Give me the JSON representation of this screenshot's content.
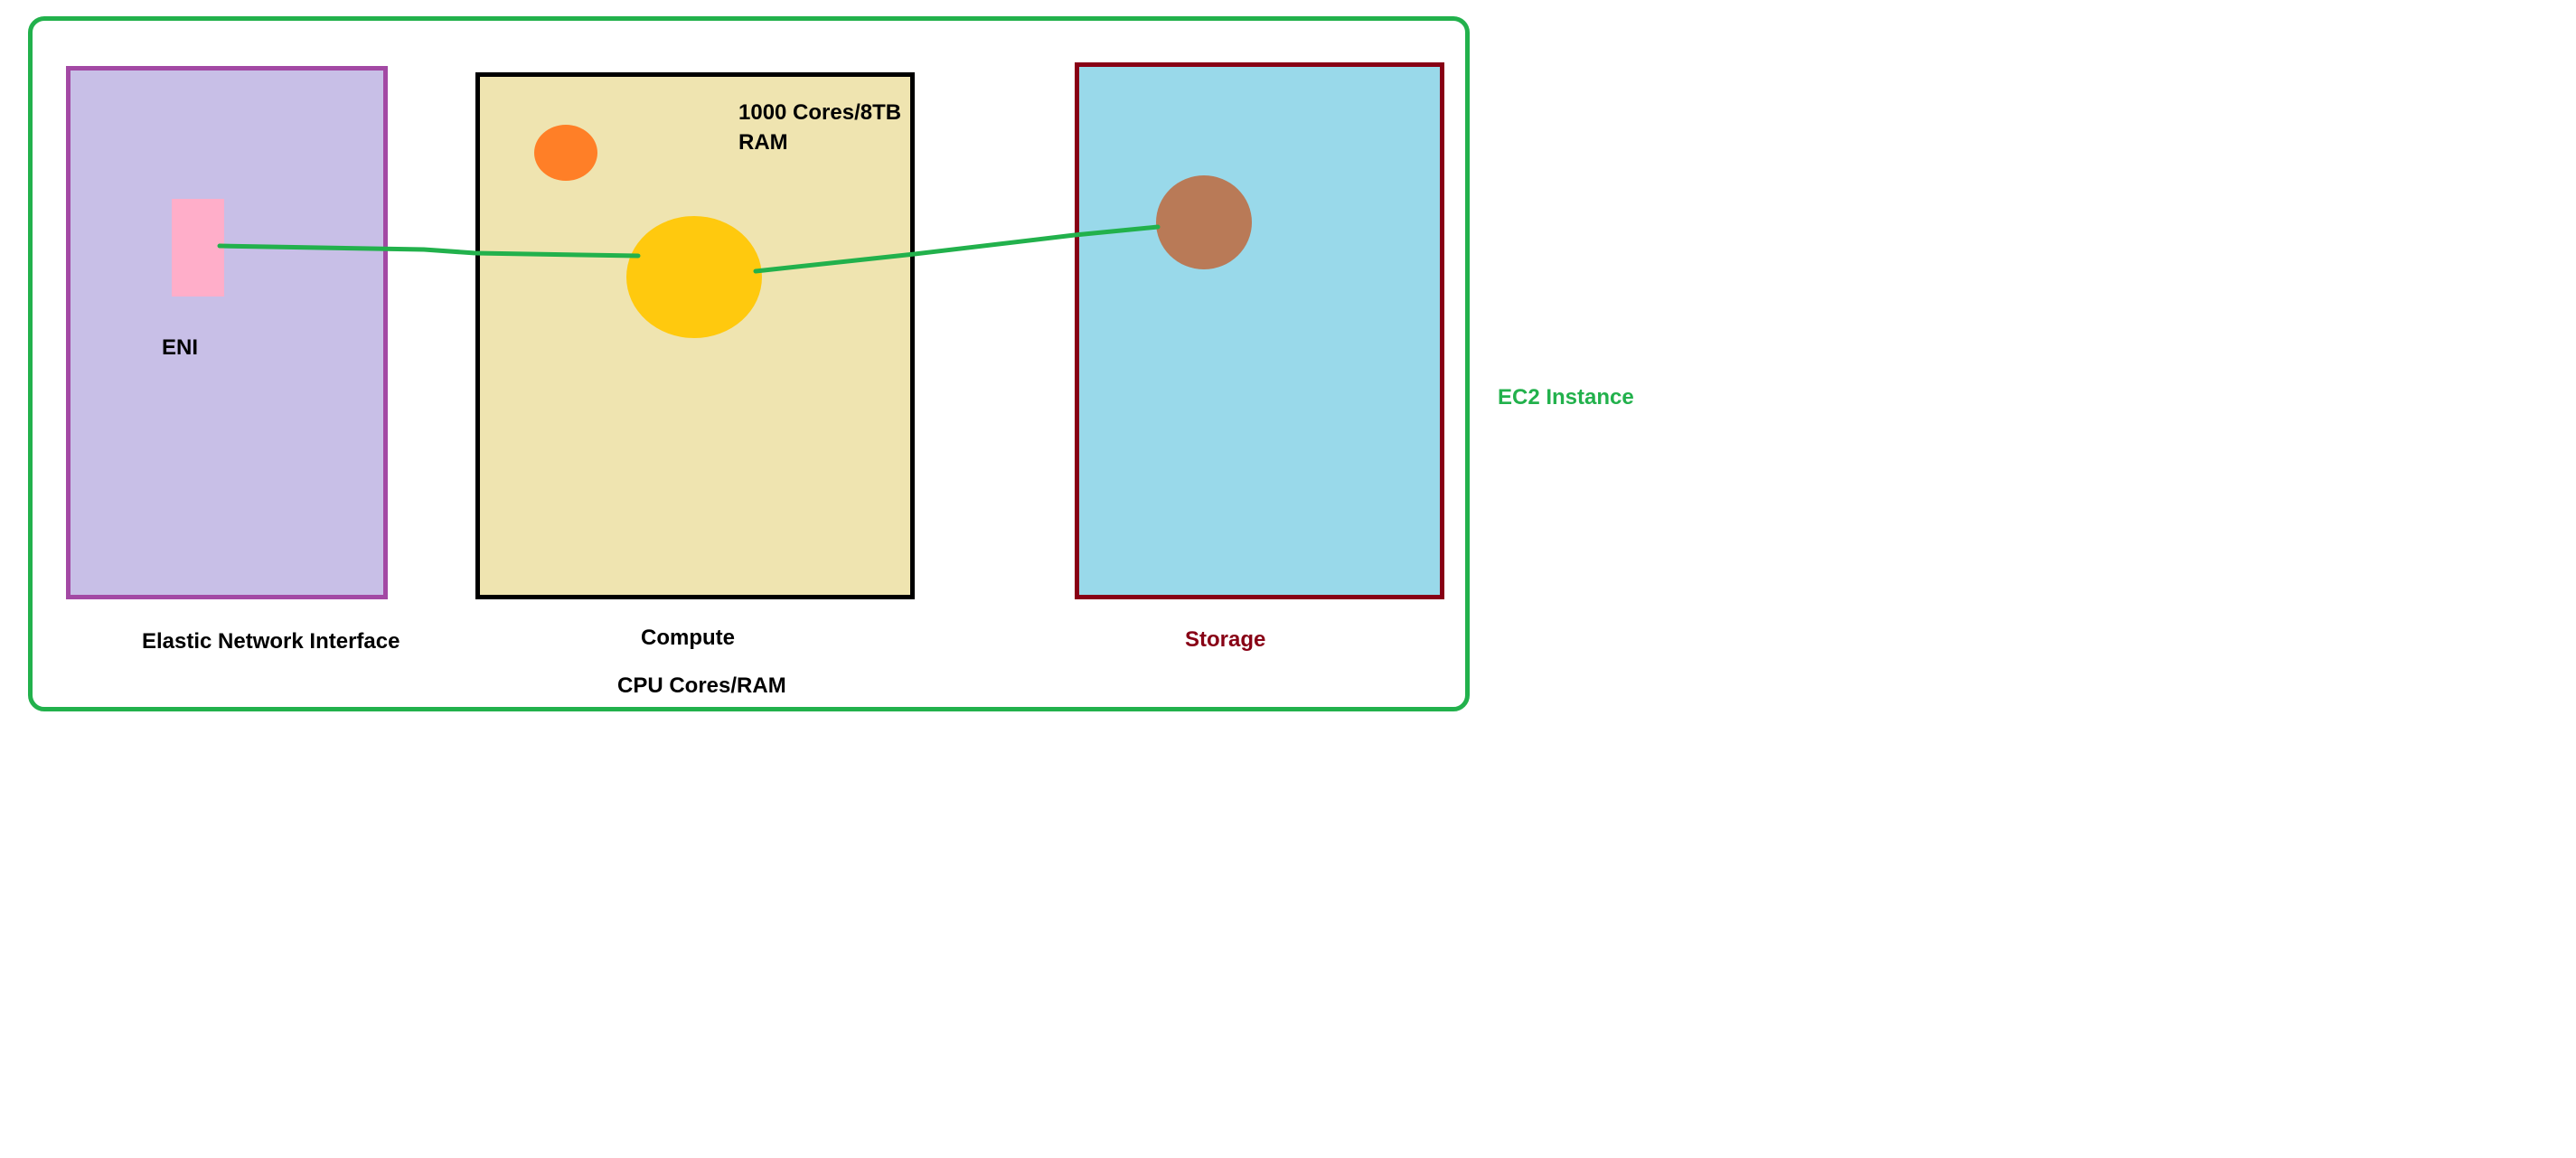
{
  "colors": {
    "ec2_border": "#22b14c",
    "ec2_label": "#22b14c",
    "eni_fill": "#c8bfe7",
    "eni_border": "#a349a4",
    "eni_port": "#ffaec9",
    "compute_fill": "#efe4b0",
    "compute_border": "#000000",
    "cpu_core": "#ff7f27",
    "cpu_main": "#ffc90e",
    "storage_fill": "#99d9ea",
    "storage_border": "#880015",
    "storage_disk": "#b97a57",
    "storage_label": "#880015",
    "link": "#22b14c"
  },
  "ec2": {
    "label": "EC2 Instance"
  },
  "eni": {
    "port_label": "ENI",
    "caption": "Elastic Network Interface"
  },
  "compute": {
    "spec_line1": "1000 Cores/8TB",
    "spec_line2": "RAM",
    "caption": "Compute",
    "subcaption": "CPU Cores/RAM"
  },
  "storage": {
    "caption": "Storage"
  }
}
